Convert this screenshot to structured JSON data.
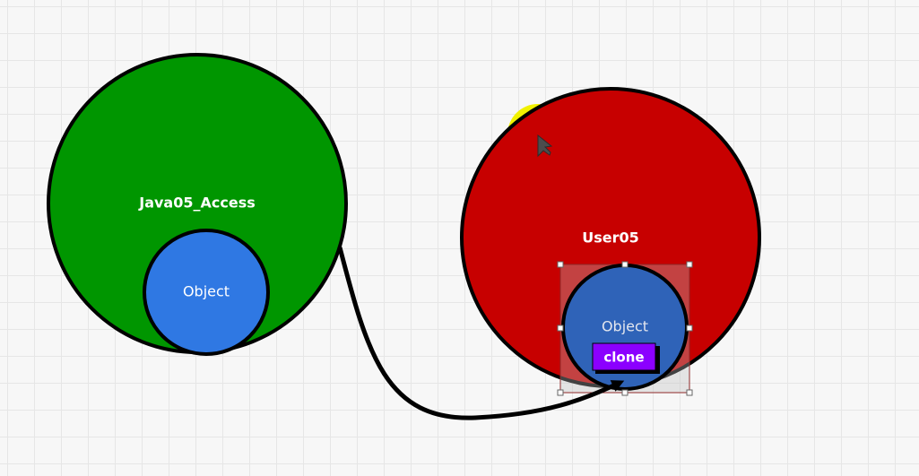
{
  "diagram": {
    "nodes": {
      "java05_access": {
        "label": "Java05_Access",
        "color": "#009600"
      },
      "object_left": {
        "label": "Object",
        "color": "#2f78e3"
      },
      "user05": {
        "label": "User05",
        "color": "#c70000"
      },
      "object_right": {
        "label": "Object",
        "color": "#2f63b8"
      }
    },
    "tag": {
      "label": "clone",
      "color": "#8b00ff"
    },
    "highlight": {
      "color": "#f1f100"
    },
    "edge": {
      "color": "#000000"
    }
  }
}
